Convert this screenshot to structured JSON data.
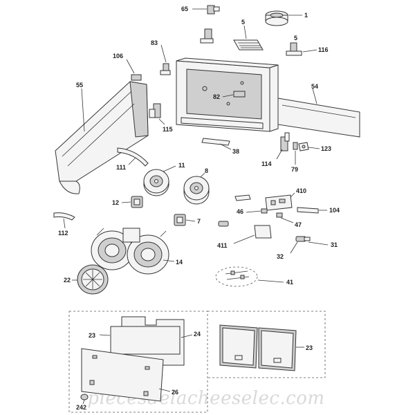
{
  "diagram": {
    "watermark": "piecesdelacheeselec.com",
    "parts": {
      "p1": "1",
      "p5": "5",
      "p65": "65",
      "p83": "83",
      "p116": "116",
      "p106": "106",
      "p55": "55",
      "p82": "82",
      "p54": "54",
      "p115": "115",
      "p38": "38",
      "p114": "114",
      "p123": "123",
      "p79": "79",
      "p111": "111",
      "p11": "11",
      "p8": "8",
      "p410": "410",
      "p12": "12",
      "p46": "46",
      "p104": "104",
      "p47": "47",
      "p7": "7",
      "p112": "112",
      "p411": "411",
      "p31": "31",
      "p32": "32",
      "p14": "14",
      "p22": "22",
      "p41": "41",
      "p23a": "23",
      "p24": "24",
      "p23b": "23",
      "p26": "26",
      "p242": "242"
    }
  }
}
